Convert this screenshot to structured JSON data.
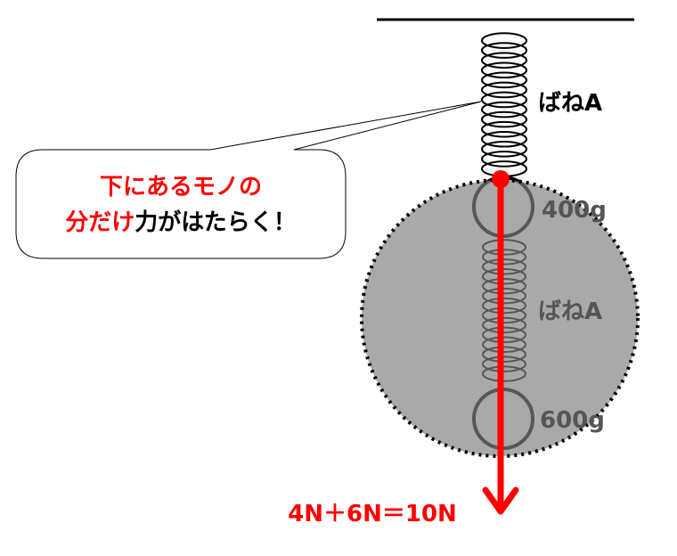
{
  "spring_label_top": "ばねA",
  "callout": {
    "line1": "下にあるモノの",
    "line2_red": "分だけ",
    "line2_black": "力がはたらく！"
  },
  "mass_top": "400g",
  "spring_label_inner": "ばねA",
  "mass_bottom": "600g",
  "force_equation": "4N＋6N＝10N",
  "colors": {
    "accent": "#ff0000",
    "overlay": "#808080"
  }
}
